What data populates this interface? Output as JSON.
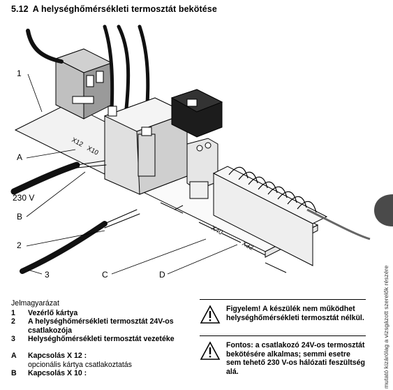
{
  "section": {
    "number": "5.12",
    "title": "A helységhőmérsékleti termosztát bekötése"
  },
  "figure": {
    "callouts": [
      "1",
      "A",
      "230 V",
      "B",
      "2",
      "3",
      "C",
      "D"
    ],
    "connector_labels": [
      "X12",
      "X10",
      "X40",
      "X32"
    ]
  },
  "legend": {
    "heading": "Jelmagyarázat",
    "items": [
      {
        "key": "1",
        "text": "Vezérlő kártya"
      },
      {
        "key": "2",
        "text": "A helységhőmérsékleti termosztát 24V-os csatlakozója"
      },
      {
        "key": "3",
        "text": "Helységhőmérsékleti termosztát vezetéke"
      },
      {
        "key": "A",
        "text": "Kapcsolás X 12 :",
        "sub": "opcionális kártya csatlakoztatás"
      },
      {
        "key": "B",
        "text": "Kapcsolás X 10 :"
      }
    ]
  },
  "warnings": [
    {
      "icon": "warning-triangle-icon",
      "text": "Figyelem! A készülék nem működhet helységhőmérsékleti termosztát nélkül."
    },
    {
      "icon": "warning-triangle-icon",
      "text": "Fontos: a csatlakozó 24V-os termosztát bekötésére alkalmas; semmi esetre sem tehető 230 V-os hálózati feszültség alá."
    }
  ],
  "side_tab": {
    "text": "mutató kizárólag a vizsgázott szerelők részére",
    "color": "#4a4a4a"
  }
}
